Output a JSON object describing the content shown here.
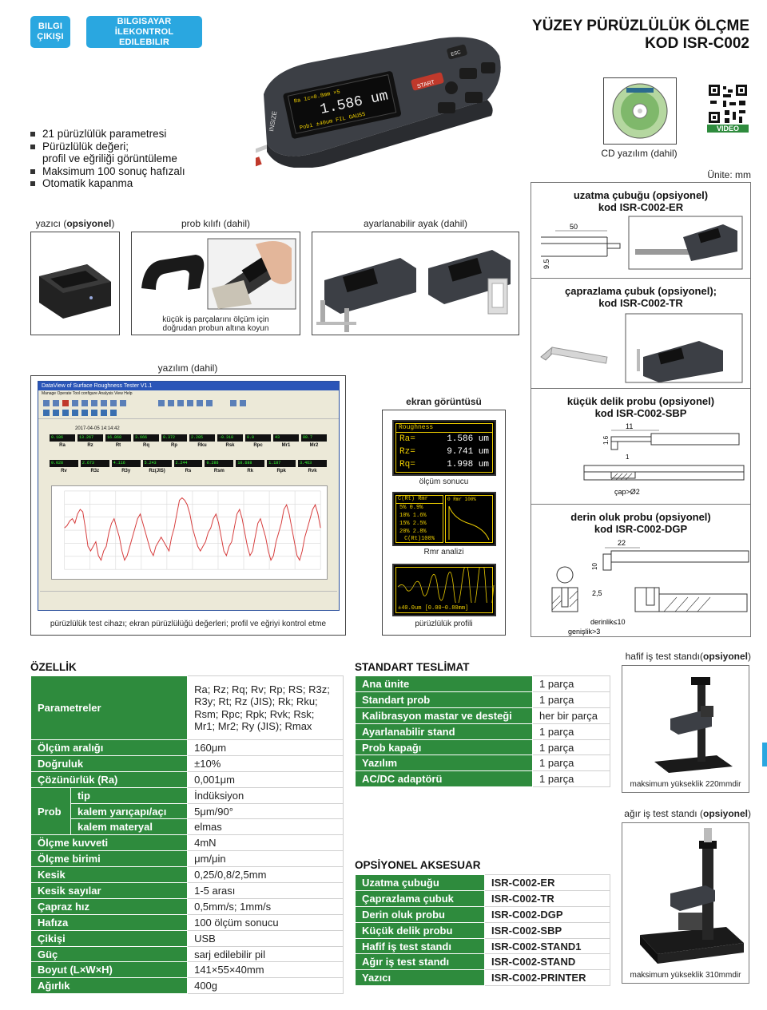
{
  "badges": {
    "output": "BILGI ÇIKIŞI",
    "pc_control": "BILGISAYAR İLEKONTROL EDILEBILIR"
  },
  "title": {
    "line1": "YÜZEY PÜRÜZLÜLÜK ÖLÇME",
    "line2": "KOD ISR-C002"
  },
  "device_screen": {
    "value": "1.586 um",
    "brand": "INSIZE",
    "esc": "ESC",
    "start": "START"
  },
  "features": [
    "21 pürüzlülük parametresi",
    "Pürüzlülük değeri;",
    "profil ve eğriliği görüntüleme",
    "Maksimum 100 sonuç hafızalı",
    "Otomatik kapanma"
  ],
  "cd": {
    "caption": "CD yazılım (dahil)",
    "qr_label": "VIDEO"
  },
  "unit_label": "Ünite: mm",
  "accessories_photos": {
    "printer_caption_pre": "yazıcı (",
    "printer_caption_bold": "opsiyonel",
    "printer_caption_post": ")",
    "probe_cover": "prob kılıfı (dahil)",
    "probe_note_1": "küçük iş parçalarını ölçüm için",
    "probe_note_2": "doğrudan probun altına koyun",
    "foot": "ayarlanabilir ayak (dahil)"
  },
  "software": {
    "caption": "yazılım (dahil)",
    "window_title": "DataView of Surface Roughness Tester  V1.1",
    "menu": "Manage  Operate  Tool  configure  Analysis  View  Help",
    "datetime": "2017-04-05 14:14:42",
    "row1_labels": [
      "Ra",
      "Rz",
      "Rt",
      "Rq",
      "Rp",
      "Rku",
      "Rsk",
      "Rpc",
      "Mr1",
      "Mr2"
    ],
    "row1_values": [
      "0.186",
      "13.267",
      "16.868",
      "3.666",
      "8.372",
      "2.285",
      "-0.318",
      "0.0",
      "43",
      "88.7"
    ],
    "row2_labels": [
      "Rv",
      "R3z",
      "R3y",
      "Rz(JIS)",
      "Rs",
      "Rsm",
      "Rk",
      "Rpk",
      "Rvk"
    ],
    "row2_values": [
      "0.028",
      "2.673",
      "4.116",
      "5.243",
      "2.244",
      "0.286",
      "10.688",
      "1.187",
      "3.463"
    ],
    "footer_caption": "pürüzlülük test cihazı; ekran pürüzlülüğü değerleri; profil ve eğriyi kontrol etme",
    "profile_points": [
      3,
      3.5,
      4.5,
      5,
      4,
      6,
      7,
      6.5,
      3,
      -1,
      -2,
      -1,
      0,
      -3,
      -4,
      -2,
      -1,
      2,
      4,
      5,
      3,
      1,
      -2,
      -4,
      -3,
      -1,
      1,
      3,
      5,
      6,
      4,
      2,
      0,
      -2,
      -3,
      -1,
      0,
      1,
      0,
      -1,
      -2,
      1,
      3,
      6,
      9,
      9.5,
      9,
      8,
      6,
      3,
      1,
      -1,
      -2,
      -1,
      0,
      2,
      3,
      5,
      6,
      4,
      1,
      -2,
      -3,
      -1,
      0,
      3,
      6,
      7,
      5,
      2,
      -1,
      -3,
      -2,
      1,
      4,
      5,
      3,
      1,
      -2,
      -4,
      -3,
      0,
      2,
      4,
      7,
      8,
      6,
      3,
      0,
      -3,
      -4,
      -2,
      1,
      3,
      5,
      7,
      8,
      6,
      3
    ]
  },
  "screen_shots": {
    "heading": "ekran görüntüsü",
    "s1_title": "Roughness",
    "s1_rows": [
      {
        "k": "Ra=",
        "v": "1.586 um"
      },
      {
        "k": "Rz=",
        "v": "9.741 um"
      },
      {
        "k": "Rq=",
        "v": "1.998 um"
      }
    ],
    "s1_caption": "ölçüm sonucu",
    "s2_header_a": "C(Rt)  Rmr",
    "s2_header_b": "0  Rmr 100%",
    "s2_rows": [
      "5%  0.9%",
      "10%  1.6%",
      "15%  2.5%",
      "20%  2.8%"
    ],
    "s2_footer": "C(Rt)100%",
    "s2_caption": "Rmr analizi",
    "s3_footer": "±40.0um  [0.00~0.80mm]",
    "s3_caption": "pürüzlülük profili"
  },
  "options_panel": {
    "er_title": "uzatma çubuğu (opsiyonel)",
    "er_code": "kod ISR-C002-ER",
    "er_dim_a": "50",
    "er_dim_b": "9.5",
    "tr_title": "çaprazlama çubuk (opsiyonel);",
    "tr_code": "kod ISR-C002-TR",
    "sbp_title": "küçük delik probu (opsiyonel)",
    "sbp_code": "kod ISR-C002-SBP",
    "sbp_dim_a": "11",
    "sbp_dim_b": "1.6",
    "sbp_dim_c": "1",
    "sbp_dim_d": "çap>Ø2",
    "dgp_title": "derin oluk probu (opsiyonel)",
    "dgp_code": "kod ISR-C002-DGP",
    "dgp_dim_a": "22",
    "dgp_dim_b": "10",
    "dgp_dim_c": "2,5",
    "dgp_dim_d": "derinlik≤10",
    "dgp_dim_e": "genişlik>3"
  },
  "spec": {
    "heading": "ÖZELLİK",
    "params_label": "Parametreler",
    "params_lines": [
      "Ra; Rz; Rq; Rv; Rp; RS; R3z;",
      "R3y; Rt; Rz (JIS); Rk; Rku;",
      "Rsm; Rpc; Rpk; Rvk; Rsk;",
      "Mr1; Mr2; Ry (JIS); Rmax"
    ],
    "rows_a": [
      {
        "k": "Ölçüm aralığı",
        "v": "160μm"
      },
      {
        "k": "Doğruluk",
        "v": "±10%"
      },
      {
        "k": "Çözünürlük (Ra)",
        "v": "0,001μm"
      }
    ],
    "probe_label": "Prob",
    "probe_rows": [
      {
        "k": "tip",
        "v": "İndüksiyon"
      },
      {
        "k": "kalem yarıçapı/açı",
        "v": "5μm/90°"
      },
      {
        "k": "kalem materyal",
        "v": "elmas"
      }
    ],
    "rows_b": [
      {
        "k": "Ölçme kuvveti",
        "v": "4mN"
      },
      {
        "k": "Ölçme birimi",
        "v": "μm/μin"
      },
      {
        "k": "Kesik",
        "v": "0,25/0,8/2,5mm"
      },
      {
        "k": "Kesik sayılar",
        "v": "1-5 arası"
      },
      {
        "k": "Çapraz hız",
        "v": "0,5mm/s; 1mm/s"
      },
      {
        "k": "Hafıza",
        "v": "100 ölçüm sonucu"
      },
      {
        "k": "Çikişi",
        "v": "USB"
      },
      {
        "k": "Güç",
        "v": "sarj edilebilir pil"
      },
      {
        "k": "Boyut (L×W×H)",
        "v": "141×55×40mm"
      },
      {
        "k": "Ağırlık",
        "v": "400g"
      }
    ]
  },
  "delivery": {
    "heading": "STANDART TESLİMAT",
    "rows": [
      {
        "k": "Ana ünite",
        "v": "1 parça"
      },
      {
        "k": "Standart prob",
        "v": "1 parça"
      },
      {
        "k": "Kalibrasyon mastar ve desteği",
        "v": "her bir parça"
      },
      {
        "k": "Ayarlanabilir stand",
        "v": "1 parça"
      },
      {
        "k": "Prob kapağı",
        "v": "1 parça"
      },
      {
        "k": "Yazılım",
        "v": "1 parça"
      },
      {
        "k": "AC/DC adaptörü",
        "v": "1 parça"
      }
    ]
  },
  "optional": {
    "heading": "OPSİYONEL AKSESUAR",
    "rows": [
      {
        "k": "Uzatma çubuğu",
        "v": "ISR-C002-ER"
      },
      {
        "k": "Çaprazlama çubuk",
        "v": "ISR-C002-TR"
      },
      {
        "k": "Derin oluk probu",
        "v": "ISR-C002-DGP"
      },
      {
        "k": "Küçük delik probu",
        "v": "ISR-C002-SBP"
      },
      {
        "k": "Hafif iş test standı",
        "v": "ISR-C002-STAND1"
      },
      {
        "k": "Ağır iş test standı",
        "v": "ISR-C002-STAND"
      },
      {
        "k": "Yazıcı",
        "v": "ISR-C002-PRINTER"
      }
    ]
  },
  "stands": {
    "light_title_pre": "hafif iş test standı(",
    "light_title_bold": "opsiyonel",
    "light_title_post": ")",
    "light_caption": "maksimum yükseklik 220mmdir",
    "heavy_title_pre": "ağır iş test standı (",
    "heavy_title_bold": "opsiyonel",
    "heavy_title_post": ")",
    "heavy_caption": "maksimum yükseklik 310mmdir"
  },
  "colors": {
    "badge": "#2aa7e0",
    "table_key": "#2e8b3d",
    "screen_text": "#f0d000"
  }
}
